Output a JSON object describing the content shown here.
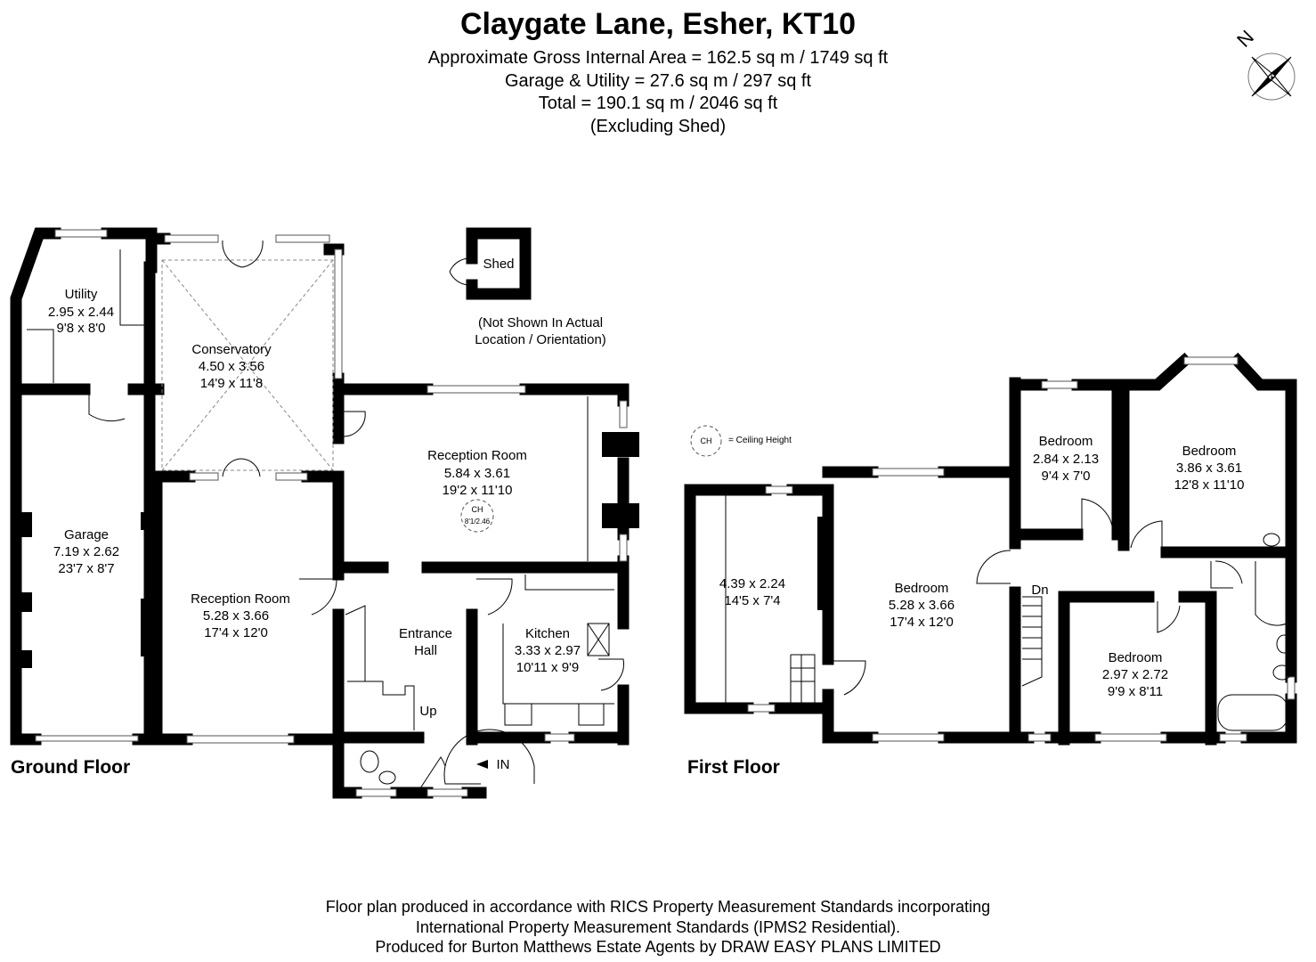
{
  "header": {
    "title": "Claygate Lane, Esher, KT10",
    "lines": [
      "Approximate Gross Internal Area = 162.5 sq m / 1749 sq ft",
      "Garage & Utility = 27.6 sq m / 297 sq ft",
      "Total = 190.1 sq m / 2046 sq ft",
      "(Excluding Shed)"
    ]
  },
  "compass": {
    "label": "N",
    "icon": "compass-rose-icon"
  },
  "legend": {
    "symbol": "CH",
    "text": "= Ceiling Height"
  },
  "ground_floor": {
    "label": "Ground Floor",
    "rooms": [
      {
        "name": "Utility",
        "metric": "2.95 x 2.44",
        "imperial": "9'8 x 8'0"
      },
      {
        "name": "Conservatory",
        "metric": "4.50 x 3.56",
        "imperial": "14'9 x 11'8"
      },
      {
        "name": "Garage",
        "metric": "7.19 x 2.62",
        "imperial": "23'7 x 8'7"
      },
      {
        "name": "Reception Room",
        "metric": "5.28 x 3.66",
        "imperial": "17'4 x 12'0"
      },
      {
        "name": "Reception Room",
        "metric": "5.84 x 3.61",
        "imperial": "19'2 x 11'10",
        "ceiling": "8'1/2.46"
      },
      {
        "name": "Entrance Hall"
      },
      {
        "name": "Kitchen",
        "metric": "3.33 x 2.97",
        "imperial": "10'11 x 9'9"
      }
    ],
    "up_label": "Up",
    "in_label": "IN",
    "shed": {
      "name": "Shed",
      "note": "(Not Shown In Actual Location / Orientation)"
    }
  },
  "first_floor": {
    "label": "First Floor",
    "rooms": [
      {
        "name": "",
        "metric": "4.39 x 2.24",
        "imperial": "14'5 x 7'4"
      },
      {
        "name": "Bedroom",
        "metric": "5.28 x 3.66",
        "imperial": "17'4 x 12'0"
      },
      {
        "name": "Bedroom",
        "metric": "2.84 x 2.13",
        "imperial": "9'4 x 7'0"
      },
      {
        "name": "Bedroom",
        "metric": "3.86 x 3.61",
        "imperial": "12'8 x 11'10"
      },
      {
        "name": "Bedroom",
        "metric": "2.97 x 2.72",
        "imperial": "9'9 x 8'11"
      }
    ],
    "dn_label": "Dn"
  },
  "footer": [
    "Floor plan produced in accordance with RICS Property Measurement Standards incorporating",
    "International Property Measurement Standards (IPMS2 Residential).",
    "Produced for Burton Matthews Estate Agents by DRAW EASY PLANS LIMITED"
  ]
}
